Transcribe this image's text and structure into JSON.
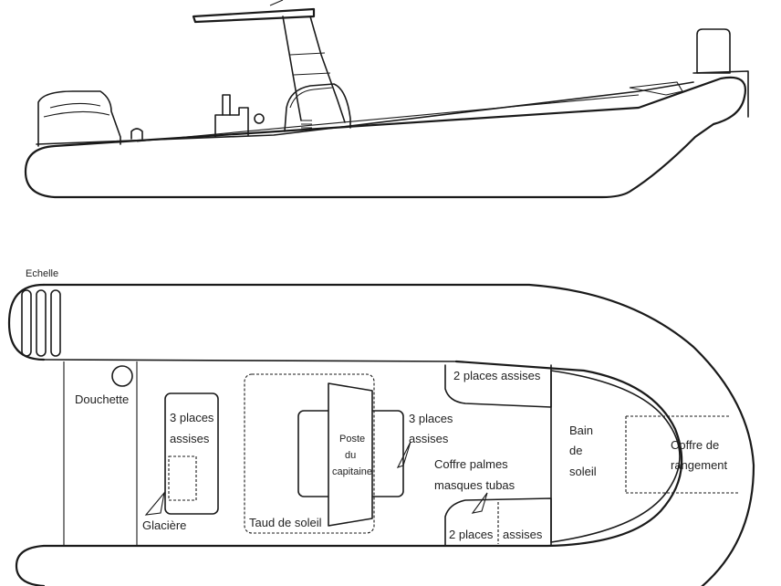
{
  "labels": {
    "echelle": "Echelle",
    "douchette": "Douchette",
    "trois_places_gauche_1": "3 places",
    "trois_places_gauche_2": "assises",
    "glaciere": "Glacière",
    "poste_1": "Poste",
    "poste_2": "du",
    "poste_3": "capitaine",
    "taud": "Taud de soleil",
    "trois_places_droite_1": "3 places",
    "trois_places_droite_2": "assises",
    "deux_places_haut": "2 places assises",
    "coffre_palmes_1": "Coffre palmes",
    "coffre_palmes_2": "masques tubas",
    "deux_places_bas_1": "2 places",
    "deux_places_bas_2": "assises",
    "bain_1": "Bain",
    "bain_2": "de",
    "bain_3": "soleil",
    "coffre_rangement_1": "Coffre de",
    "coffre_rangement_2": "rangement"
  },
  "colors": {
    "line": "#1a1a1a",
    "text": "#222222",
    "background": "#ffffff"
  }
}
